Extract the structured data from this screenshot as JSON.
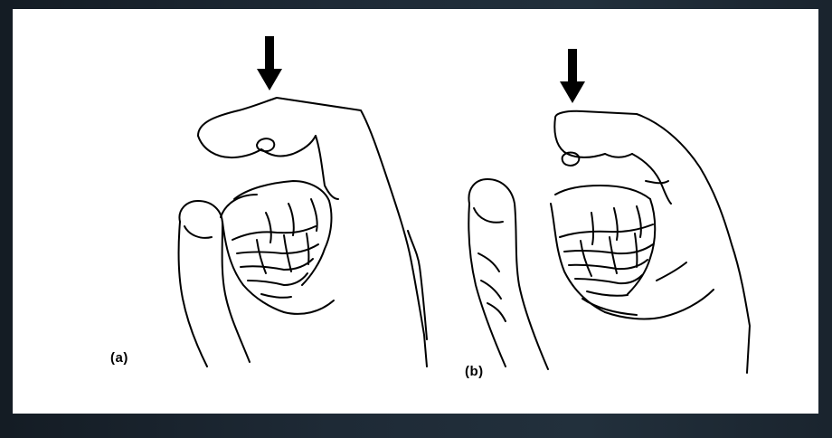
{
  "figure": {
    "panels": [
      {
        "id": "a",
        "label": "(a)"
      },
      {
        "id": "b",
        "label": "(b)"
      }
    ],
    "colors": {
      "background": "#ffffff",
      "ink": "#000000",
      "frame": "#1f2a35"
    },
    "icons": [
      "down-arrow-icon",
      "down-arrow-icon"
    ]
  }
}
